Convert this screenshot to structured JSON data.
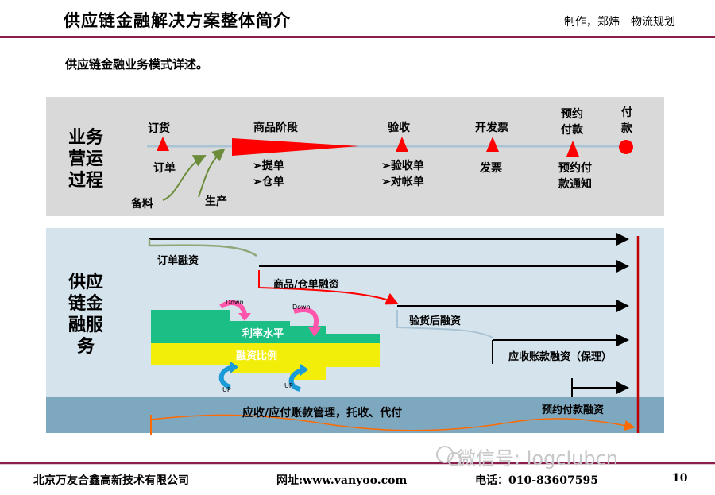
{
  "header": {
    "title": "供应链金融解决方案整体简介",
    "author": "制作，郑炜－物流规划",
    "subtitle": "供应链金融业务模式详述。"
  },
  "process": {
    "section_title_lines": [
      "业务",
      "营运",
      "过程"
    ],
    "stages": [
      {
        "top_label": "订货",
        "bottom_label": "订单"
      },
      {
        "top_label": "商品阶段",
        "bottom_items": [
          "➢提单",
          "➢仓单"
        ]
      },
      {
        "top_label": "验收",
        "bottom_items": [
          "➢验收单",
          "➢对帐单"
        ]
      },
      {
        "top_label": "开发票",
        "bottom_label": "发票"
      },
      {
        "top_label_lines": [
          "预约",
          "付款"
        ],
        "bottom_label_lines": [
          "预约付",
          "款通知"
        ]
      },
      {
        "top_label_lines": [
          "付",
          "款"
        ]
      }
    ],
    "side_labels": {
      "prepare": "备料",
      "produce": "生产"
    }
  },
  "finance": {
    "section_title_lines": [
      "供应",
      "链金",
      "融服",
      "务"
    ],
    "products": [
      "订单融资",
      "商品/仓单融资",
      "验货后融资",
      "应收账款融资（保理）",
      "预约付款融资"
    ],
    "pipe": {
      "upper_label": "利率水平",
      "lower_label": "融资比例",
      "arrows_down": [
        "Down",
        "Down"
      ],
      "arrows_up": [
        "UP",
        "UP"
      ]
    },
    "band_label": "应收/应付账款管理，托收、代付"
  },
  "footer": {
    "company": "北京万友合鑫高新技术有限公司",
    "website": "网址:www.vanyoo.com",
    "phone": "电话：010-83607595",
    "page": "10"
  },
  "watermark": "微信号: logclubcn",
  "colors": {
    "accent": "#8a1f4e",
    "milestone": "#ff0000",
    "pipe_green": "#1bbf86",
    "pipe_yellow": "#f2ee0a"
  }
}
